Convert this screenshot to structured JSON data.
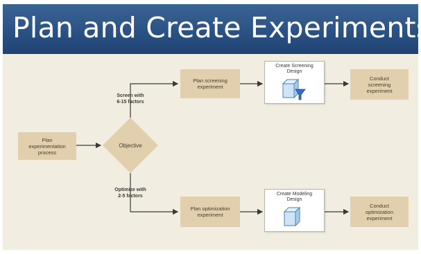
{
  "title": "Plan and Create Experiments",
  "nodes": {
    "plan_process": "Plan\nexperimentation\nprocess",
    "objective": "Objective",
    "plan_screening": "Plan screening\nexperiment",
    "plan_optimization": "Plan optimization\nexperiment",
    "conduct_screening": "Conduct\nscreening\nexperiment",
    "conduct_optimization": "Conduct\noptimization\nexperiment"
  },
  "tools": {
    "create_screening": "Create Screening\nDesign",
    "create_modeling": "Create Modeling\nDesign"
  },
  "branches": {
    "screen": "Screen with\n6-15 factors",
    "optimize": "Optimize with\n2-5 factors"
  },
  "colors": {
    "title_bar": "#2b5284",
    "diagram_background": "#f2ede1",
    "node_fill": "#e1cfae",
    "arrow": "#3a3a3a"
  }
}
